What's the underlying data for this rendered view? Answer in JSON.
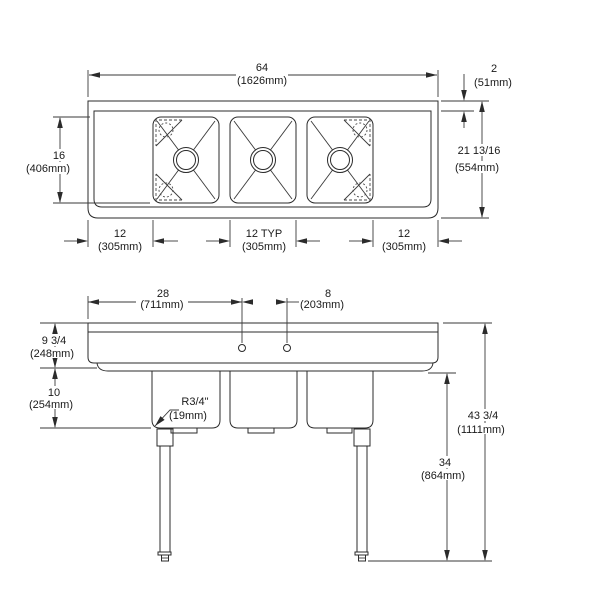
{
  "document": {
    "type": "dimensional line drawing",
    "subject": "three-compartment sink with two drainboards",
    "views": [
      "top view",
      "front elevation"
    ],
    "line_color": "#2b2b2b",
    "background": "#ffffff"
  },
  "top_view": {
    "overall_width": {
      "in": "64",
      "mm": "(1626mm)"
    },
    "backsplash_depth": {
      "in": "2",
      "mm": "(51mm)"
    },
    "bowl_front_back": {
      "in": "16",
      "mm": "(406mm)"
    },
    "overall_depth": {
      "in": "21 13/16",
      "mm": "(554mm)"
    },
    "left_drainboard": {
      "in": "12",
      "mm": "(305mm)"
    },
    "bowl_width": {
      "in": "12 TYP",
      "mm": "(305mm)"
    },
    "right_drainboard": {
      "in": "12",
      "mm": "(305mm)"
    }
  },
  "front_view": {
    "faucet_offset": {
      "in": "28",
      "mm": "(711mm)"
    },
    "faucet_spacing": {
      "in": "8",
      "mm": "(203mm)"
    },
    "backsplash_height": {
      "in": "9 3/4",
      "mm": "(248mm)"
    },
    "bowl_depth": {
      "in": "10",
      "mm": "(254mm)"
    },
    "corner_radius": {
      "in": "R3/4\"",
      "mm": "(19mm)"
    },
    "counter_height": {
      "in": "34",
      "mm": "(864mm)"
    },
    "overall_height": {
      "in": "43 3/4",
      "mm": "(1111mm)"
    }
  }
}
